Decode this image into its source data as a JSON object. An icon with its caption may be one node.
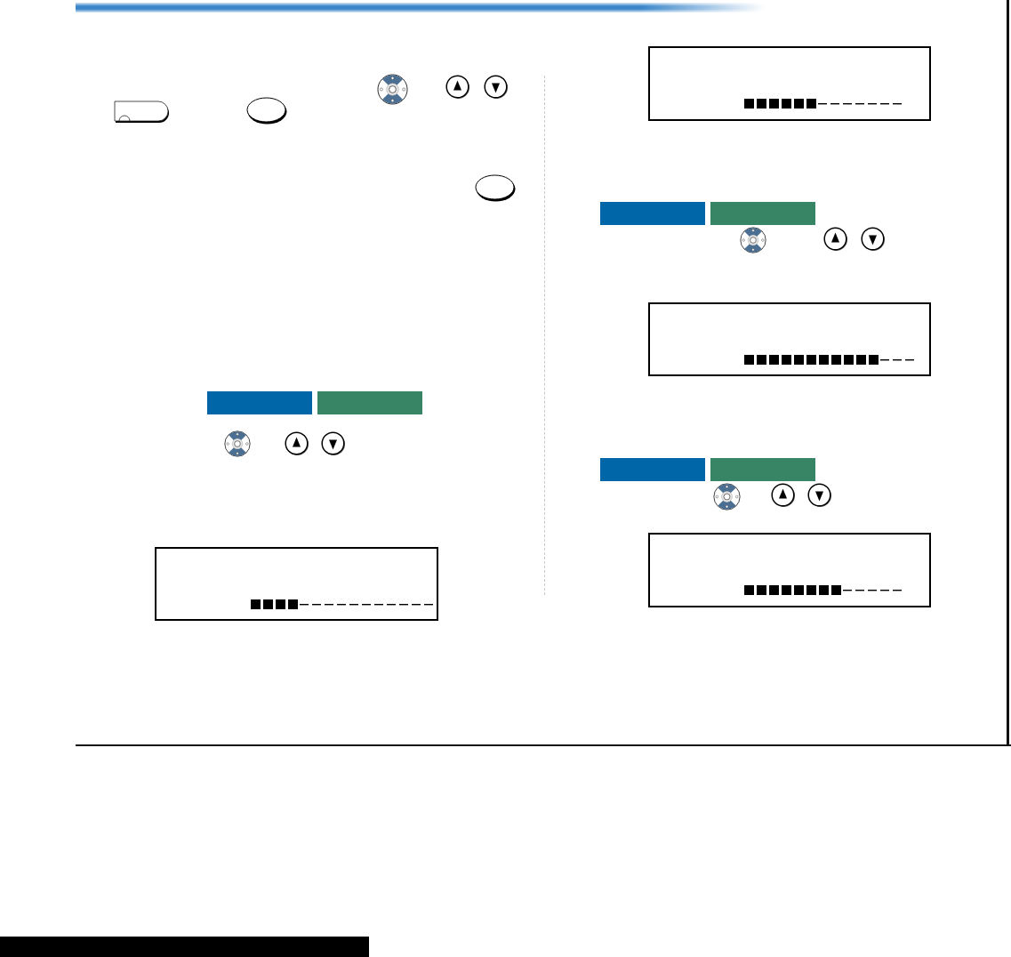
{
  "diagram": {
    "nodes": [
      {
        "text": [],
        "shape": "bar"
      },
      {
        "text": [],
        "shape": "bar"
      },
      {
        "text": [],
        "shape": "box"
      },
      {
        "text": [],
        "shape": "box"
      },
      {
        "text": [],
        "shape": "bar"
      },
      {
        "text": [],
        "shape": "bar"
      },
      {
        "text": [],
        "shape": "box"
      },
      {
        "text": [],
        "shape": "bar"
      },
      {
        "text": [],
        "shape": "bar"
      },
      {
        "text": [],
        "shape": "box"
      }
    ]
  }
}
